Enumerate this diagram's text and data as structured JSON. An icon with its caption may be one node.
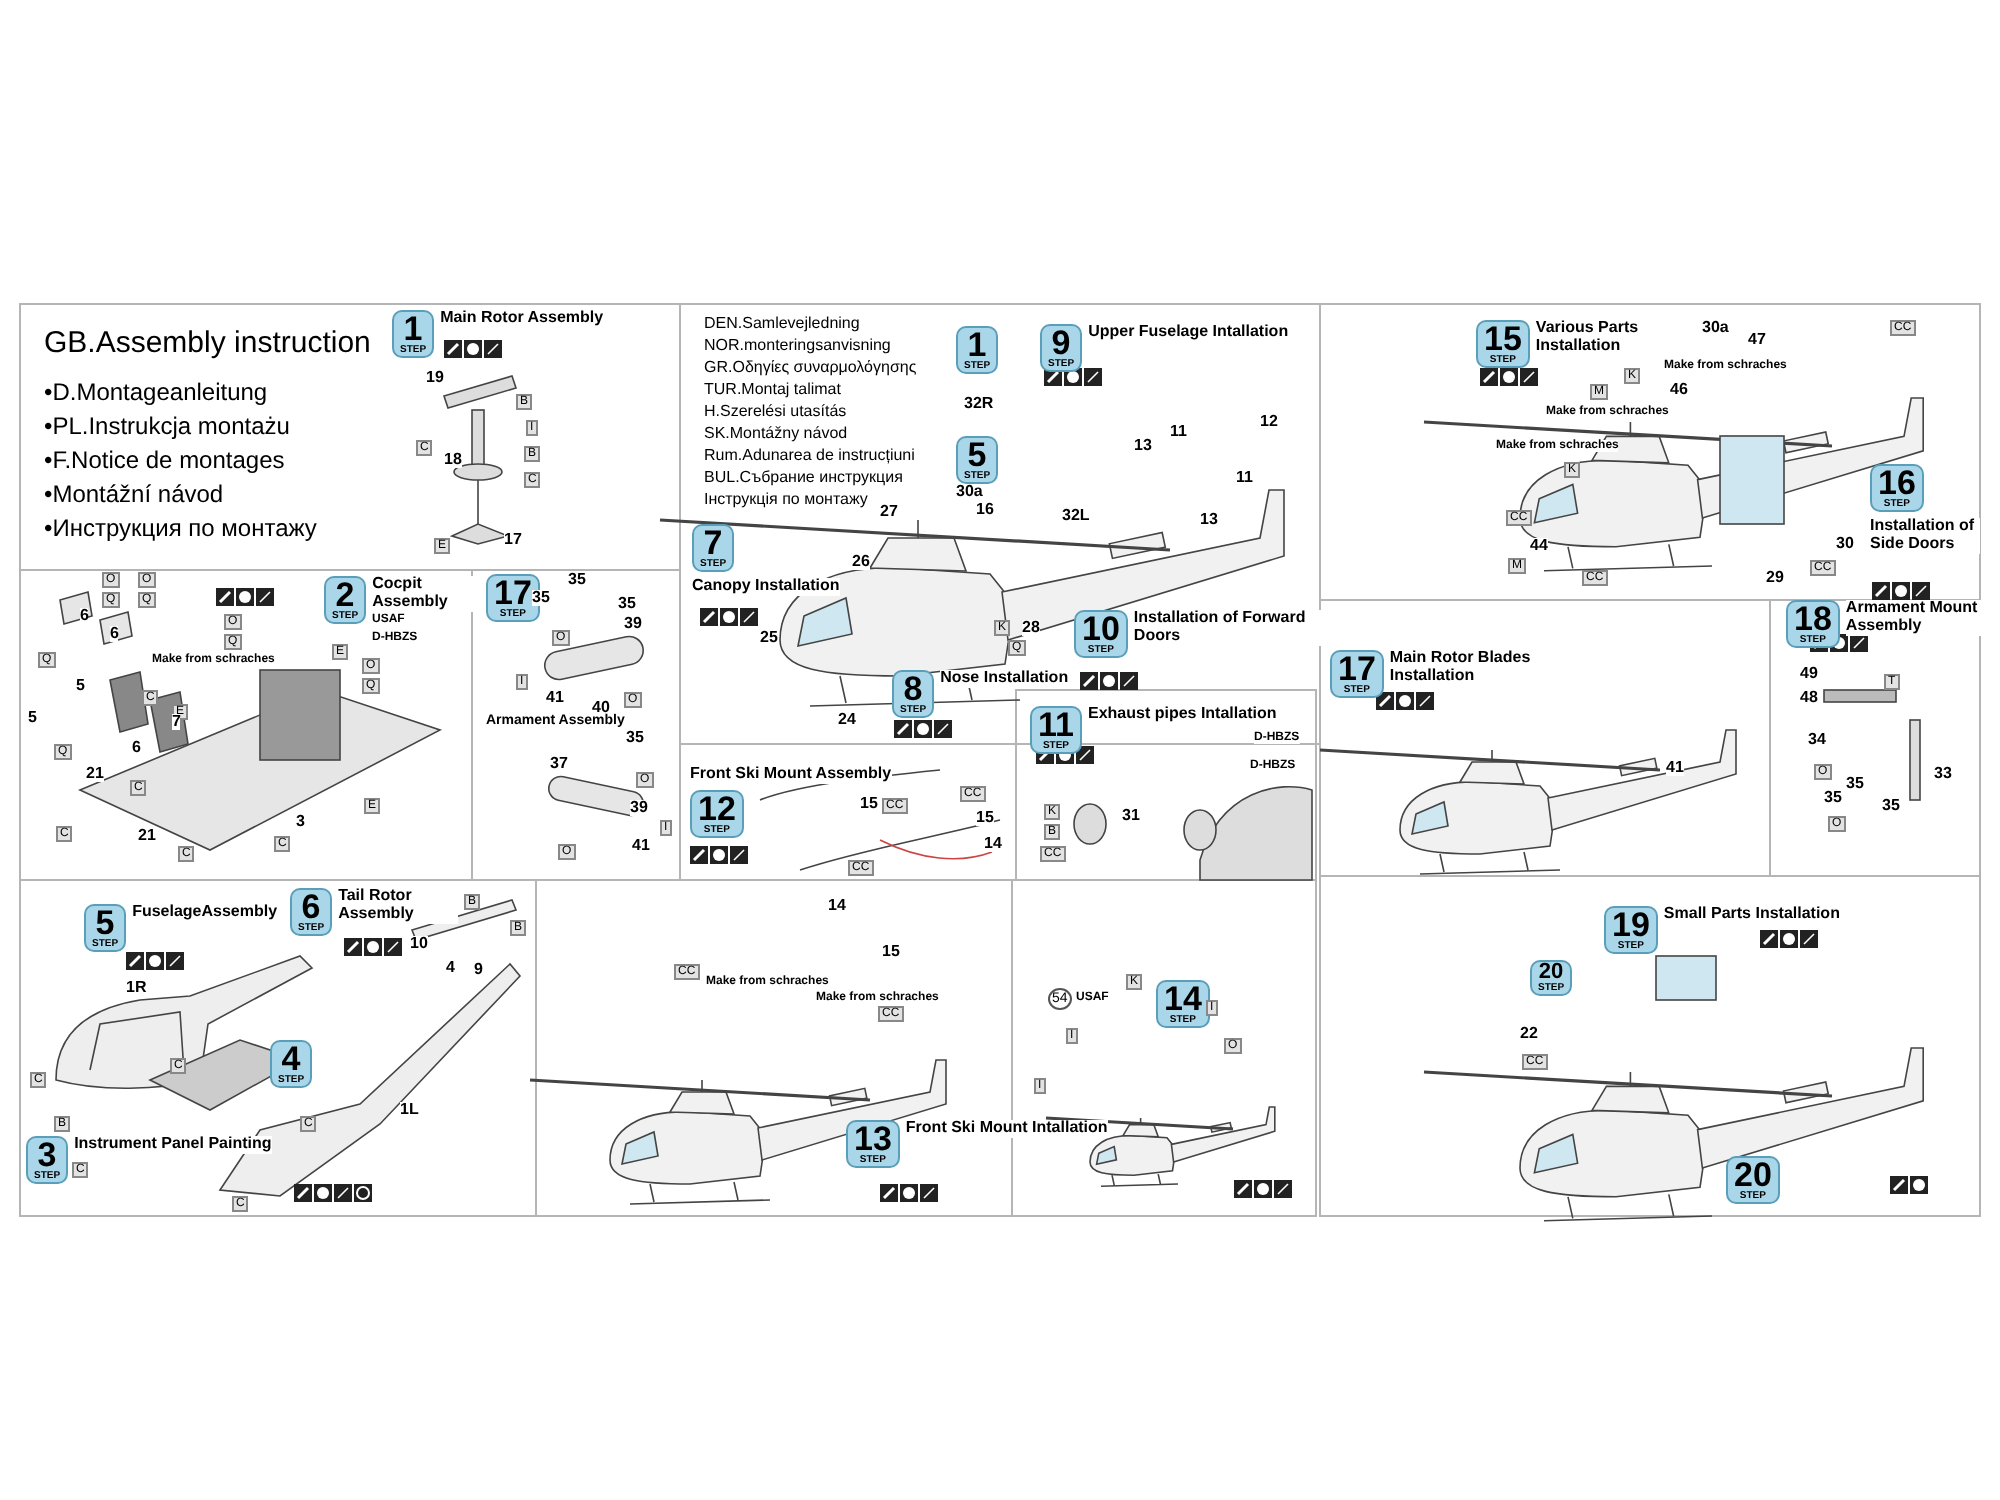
{
  "diagram": {
    "nodes": [
      {
        "text": [
          "1",
          "STEP",
          "Main Rotor Assembly"
        ]
      },
      {
        "text": [
          "2",
          "STEP",
          "Cocpit Assembly"
        ]
      },
      {
        "text": [
          "17",
          "STEP"
        ]
      },
      {
        "text": [
          "5",
          "STEP",
          "FuselageAssembly"
        ]
      },
      {
        "text": [
          "6",
          "STEP",
          "Tail Rotor Assembly"
        ]
      },
      {
        "text": [
          "4",
          "STEP"
        ]
      },
      {
        "text": [
          "3",
          "STEP",
          "Instrument Panel Painting"
        ]
      },
      {
        "text": [
          "13",
          "STEP",
          "Front Ski Mount Intallation"
        ]
      },
      {
        "text": [
          "14",
          "STEP"
        ]
      },
      {
        "text": [
          "1",
          "STEP"
        ]
      },
      {
        "text": [
          "9",
          "STEP",
          "Upper Fuselage Intallation"
        ]
      },
      {
        "text": [
          "5",
          "STEP"
        ]
      },
      {
        "text": [
          "7",
          "STEP",
          "Canopy Installation"
        ]
      },
      {
        "text": [
          "10",
          "STEP",
          "Installation of Forward Doors"
        ]
      },
      {
        "text": [
          "8",
          "STEP",
          "Nose Installation"
        ]
      },
      {
        "text": [
          "11",
          "STEP",
          "Exhaust pipes Intallation"
        ]
      },
      {
        "text": [
          "Front Ski Mount Assembly",
          "12",
          "STEP"
        ]
      },
      {
        "text": [
          "15",
          "STEP",
          "Various Parts Installation"
        ]
      },
      {
        "text": [
          "16",
          "STEP",
          "Installation of Side Doors"
        ]
      },
      {
        "text": [
          "17",
          "STEP",
          "Main Rotor Blades Installation"
        ]
      },
      {
        "text": [
          "18",
          "STEP",
          "Armament Mount Assembly"
        ]
      },
      {
        "text": [
          "20",
          "STEP"
        ]
      },
      {
        "text": [
          "19",
          "STEP",
          "Small Parts Installation"
        ]
      },
      {
        "text": [
          "20",
          "STEP"
        ]
      }
    ],
    "labels": [
      "GB.Assembly instruction",
      "•D.Montageanleitung",
      "•PL.Instrukcja montażu",
      "•F.Notice de montages",
      "•Montážní návod",
      "•Инструкция по монтажу",
      "DEN.Samlevejledning",
      "NOR.monteringsanvisning",
      "GR.Οδηγίες συναρμολόγησης",
      "TUR.Montaj talimat",
      "H.Szerelési utasítás",
      "SK.Montážny návod",
      "Rum.Adunarea de instrucțiuni",
      "BUL.Събрание инструкция",
      "Інструкція по монтажу",
      "19",
      "B",
      "I",
      "C",
      "18",
      "B",
      "C",
      "E",
      "17",
      "O",
      "Q",
      "O",
      "Q",
      "6",
      "6",
      "Q",
      "5",
      "C",
      "Make from schraches",
      "E",
      "O",
      "Q",
      "E",
      "USAF",
      "D-HBZS",
      "O",
      "Q",
      "5",
      "7",
      "Q",
      "6",
      "21",
      "C",
      "C",
      "21",
      "3",
      "C",
      "C",
      "E",
      "35",
      "35",
      "35",
      "39",
      "O",
      "I",
      "41",
      "40",
      "O",
      "Armament Assembly",
      "35",
      "37",
      "O",
      "39",
      "I",
      "41",
      "O",
      "1R",
      "C",
      "C",
      "B",
      "C",
      "B",
      "B",
      "10",
      "4",
      "9",
      "1L",
      "C",
      "C",
      "32R",
      "27",
      "30a",
      "16",
      "32L",
      "13",
      "11",
      "12",
      "11",
      "13",
      "26",
      "25",
      "24",
      "K",
      "28",
      "Q",
      "D-HBZS",
      "D-HBZS",
      "K",
      "B",
      "CC",
      "31",
      "15",
      "CC",
      "CC",
      "15",
      "14",
      "CC",
      "14",
      "15",
      "CC",
      "Make from schraches",
      "Make from schraches",
      "CC",
      "54",
      "USAF",
      "K",
      "I",
      "I",
      "I",
      "O",
      "30a",
      "47",
      "CC",
      "Make from schraches",
      "K",
      "46",
      "M",
      "Make from schraches",
      "Make from schraches",
      "K",
      "CC",
      "44",
      "M",
      "CC",
      "29",
      "CC",
      "30",
      "41",
      "49",
      "T",
      "48",
      "34",
      "O",
      "35",
      "35",
      "35",
      "O",
      "33",
      "22",
      "CC"
    ]
  }
}
